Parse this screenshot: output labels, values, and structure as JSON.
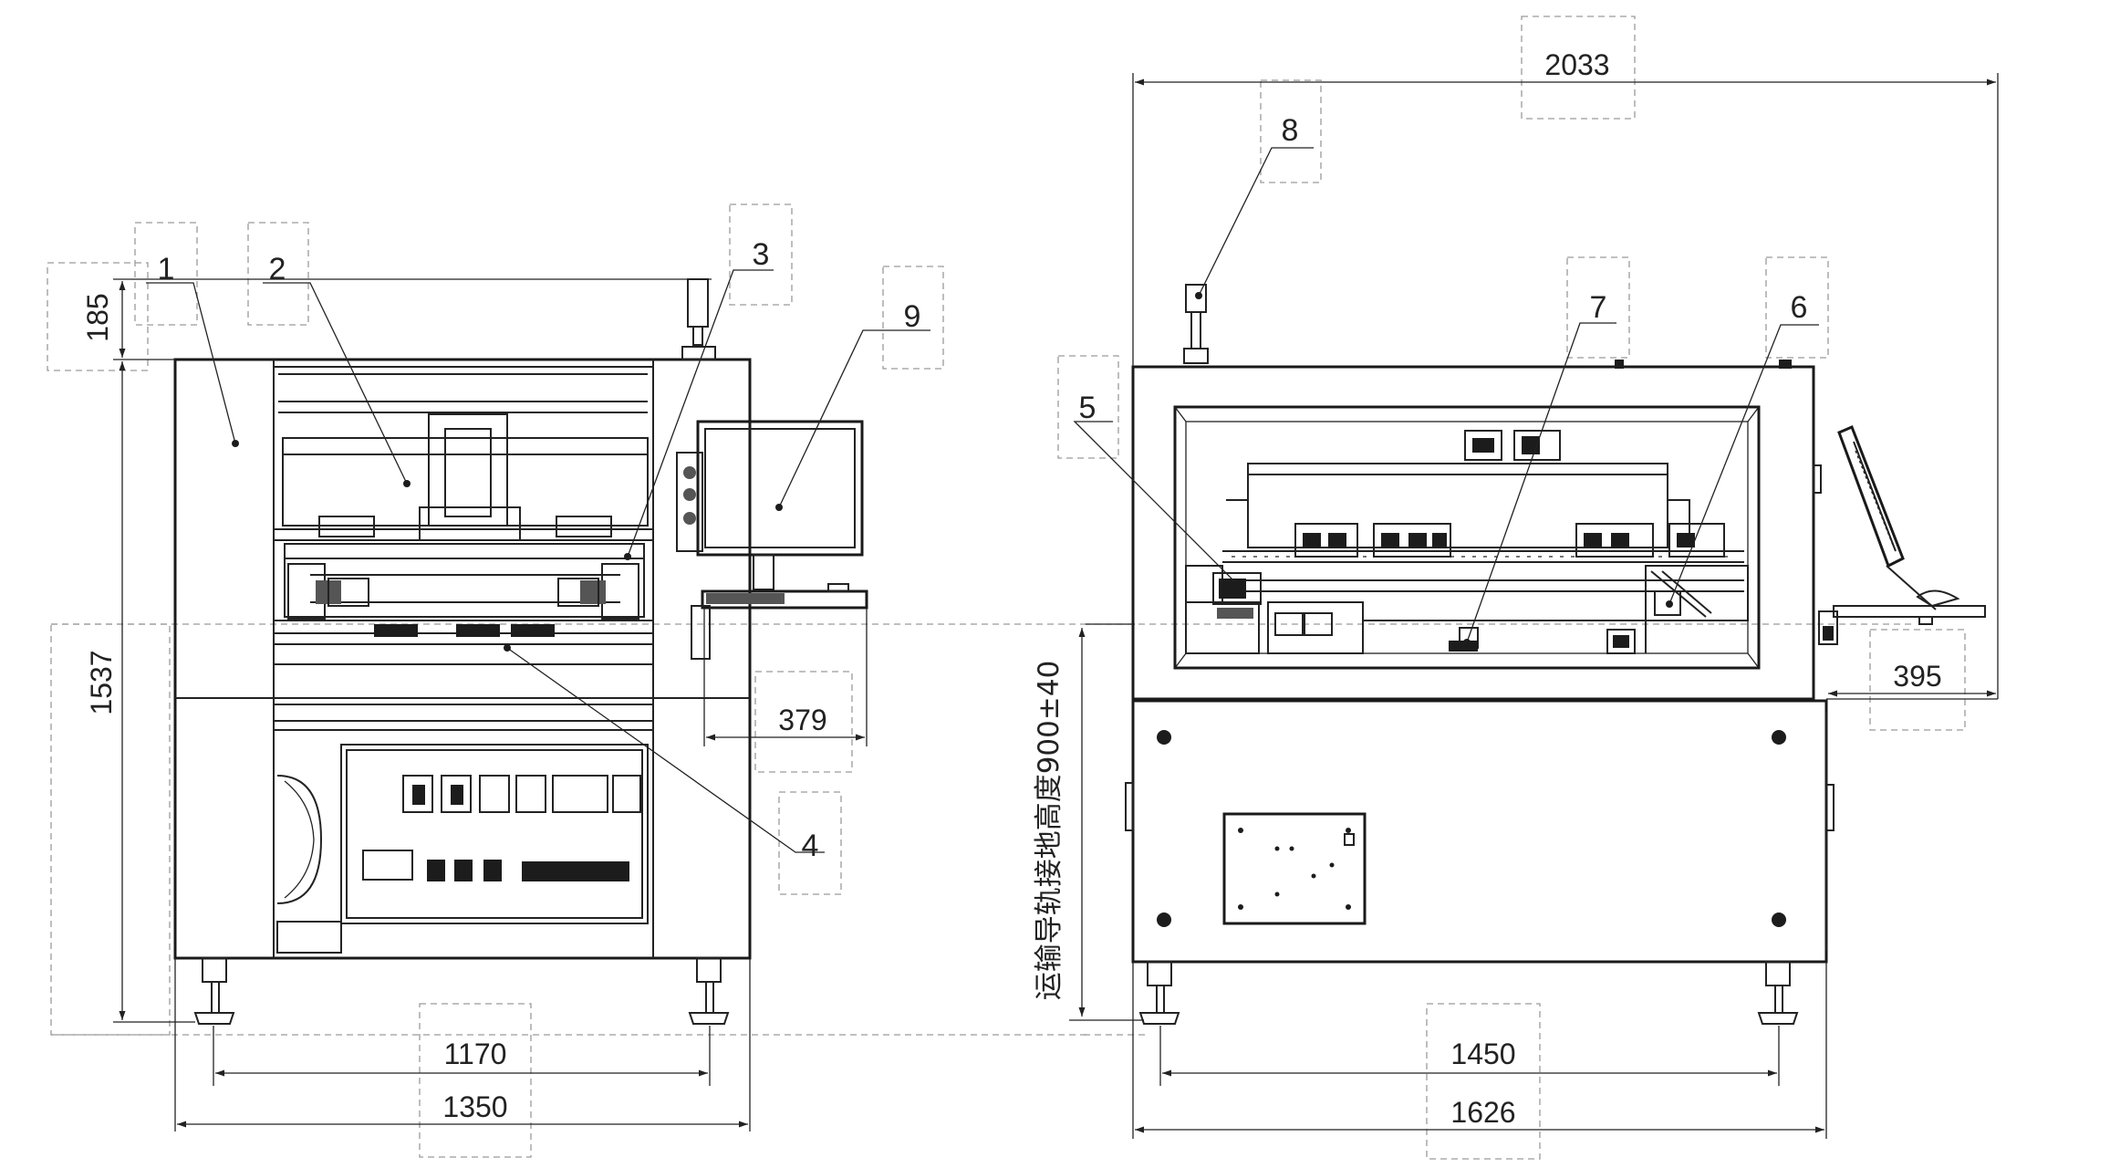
{
  "callouts": [
    "1",
    "2",
    "3",
    "4",
    "5",
    "6",
    "7",
    "8",
    "9"
  ],
  "dimensions": {
    "front_top_height": "185",
    "front_total_height": "1537",
    "front_foot_span": "1170",
    "front_width": "1350",
    "front_table_extension": "379",
    "side_total_width": "2033",
    "side_monitor_extension": "395",
    "side_foot_span": "1450",
    "side_body_width": "1626"
  },
  "notes": {
    "conveyor_height": "运输导轨接地高度900±40"
  }
}
